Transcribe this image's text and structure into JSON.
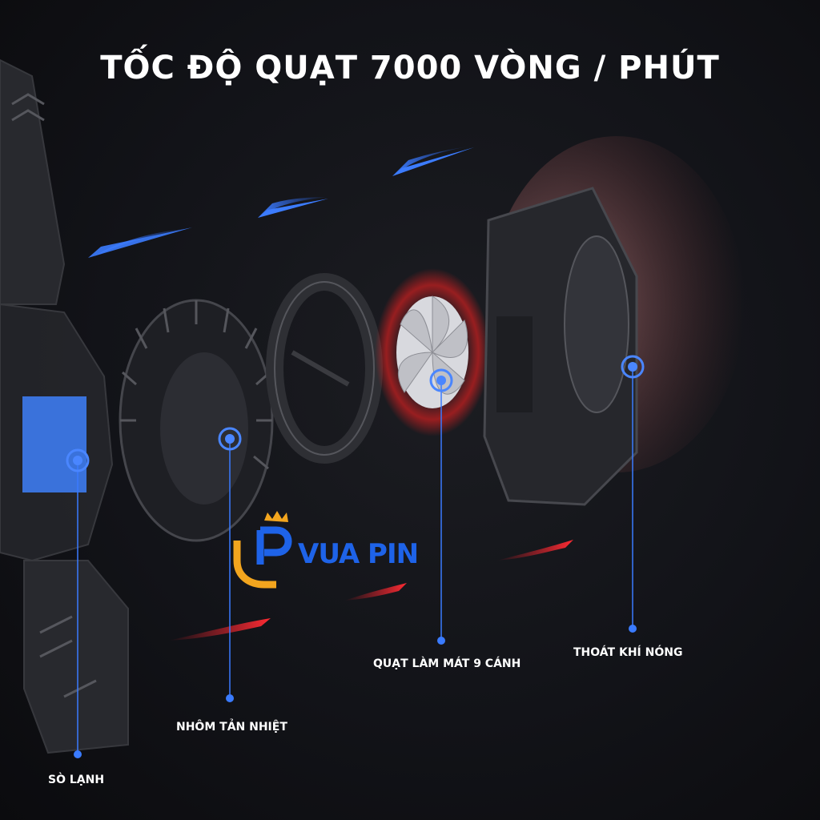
{
  "headline": "TỐC ĐỘ QUẠT 7000 VÒNG / PHÚT",
  "callouts": {
    "cold_plate": "SÒ LẠNH",
    "heatsink": "NHÔM TẢN NHIỆT",
    "fan": "QUẠT LÀM MÁT 9 CÁNH",
    "exhaust": "THOÁT KHÍ NÓNG"
  },
  "watermark": {
    "text": "VUA PIN"
  },
  "colors": {
    "cool_arrow": "#2f6dff",
    "hot_arrow": "#e0202a",
    "callout_line": "#3a7bff",
    "logo_blue": "#1e63e8",
    "logo_orange": "#f3a51e"
  }
}
